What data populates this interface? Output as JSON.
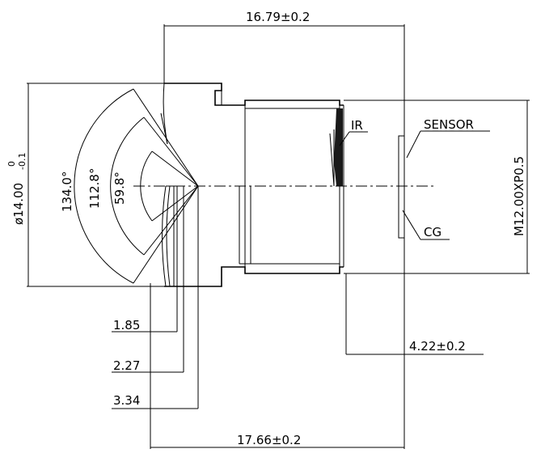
{
  "drawing": {
    "dimensions": {
      "top_length": "16.79±0.2",
      "bottom_length": "17.66±0.2",
      "d1": "1.85",
      "d2": "2.27",
      "d3": "3.34",
      "back_focus": "4.22±0.2",
      "diameter_prefix": "ø14.00",
      "diameter_tol_upper": "0",
      "diameter_tol_lower": "-0.1",
      "thread": "M12.00XP0.5"
    },
    "angles": {
      "outer": "134.0°",
      "middle": "112.8°",
      "inner": "59.8°"
    },
    "labels": {
      "ir": "IR",
      "sensor": "SENSOR",
      "cg": "CG"
    }
  }
}
